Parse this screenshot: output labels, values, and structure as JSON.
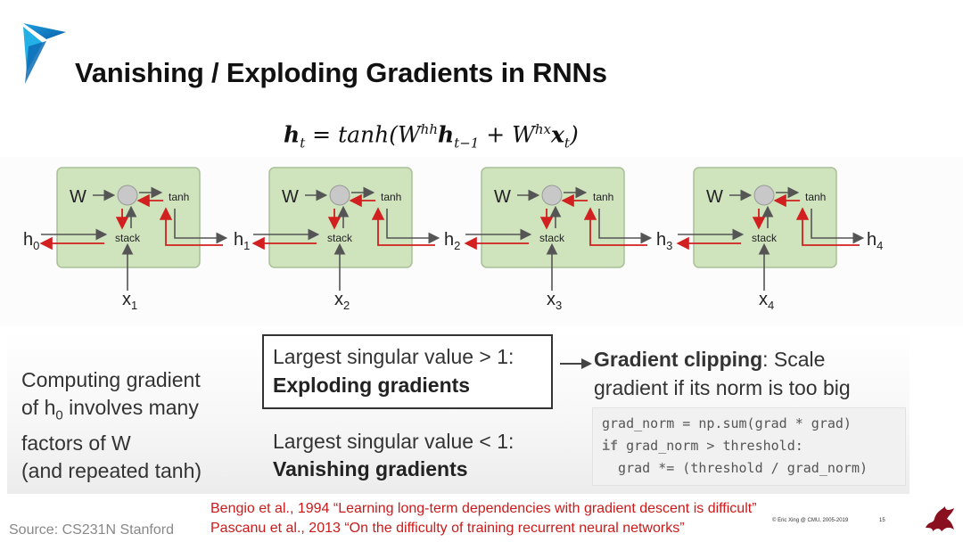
{
  "slide": {
    "title": "Vanishing / Exploding Gradients in RNNs"
  },
  "equation": {
    "lhs": "h",
    "lhs_sub": "t",
    "eq": " = ",
    "func": "tanh(W",
    "w1_sup": "hh",
    "h_prev": "h",
    "h_prev_sub": "t−1",
    "plus": " + W",
    "w2_sup": "hx",
    "x": "x",
    "x_sub": "t",
    "close": ")"
  },
  "diagram": {
    "cell_labels": {
      "w": "W",
      "tanh": "tanh",
      "stack": "stack"
    },
    "hidden_states": [
      {
        "name": "h",
        "sub": "0"
      },
      {
        "name": "h",
        "sub": "1"
      },
      {
        "name": "h",
        "sub": "2"
      },
      {
        "name": "h",
        "sub": "3"
      },
      {
        "name": "h",
        "sub": "4"
      }
    ],
    "inputs": [
      {
        "name": "x",
        "sub": "1"
      },
      {
        "name": "x",
        "sub": "2"
      },
      {
        "name": "x",
        "sub": "3"
      },
      {
        "name": "x",
        "sub": "4"
      }
    ],
    "colors": {
      "cell_fill": "#cfe3bd",
      "cell_stroke": "#a9bf97",
      "node_fill": "#c8c8c8",
      "gradient_arrow": "#d21f1f",
      "forward_arrow": "#555555"
    }
  },
  "left_note": {
    "line1": "Computing gradient",
    "line2_pre": "of h",
    "line2_sub": "0",
    "line2_post": " involves many",
    "line3": "factors of W",
    "line4": "(and repeated tanh)"
  },
  "exploding": {
    "line1": "Largest singular value > 1:",
    "line2": "Exploding gradients"
  },
  "vanishing": {
    "line1": "Largest singular value < 1:",
    "line2": "Vanishing gradients"
  },
  "clipping": {
    "bold": "Gradient clipping",
    "rest": ": Scale",
    "line2": "gradient if its norm is too big"
  },
  "code": {
    "line1": "grad_norm = np.sum(grad * grad)",
    "line2_kw": "if",
    "line2_rest": " grad_norm > threshold:",
    "line3": "  grad *= (threshold / grad_norm)"
  },
  "footer": {
    "source": "Source: CS231N Stanford",
    "ref1": "Bengio et al., 1994 “Learning long-term dependencies with gradient descent is difficult”",
    "ref2": "Pascanu et al., 2013 “On the difficulty of training recurrent neural networks”",
    "copyright": "© Eric Xing @ CMU, 2005-2019",
    "page": "15"
  }
}
